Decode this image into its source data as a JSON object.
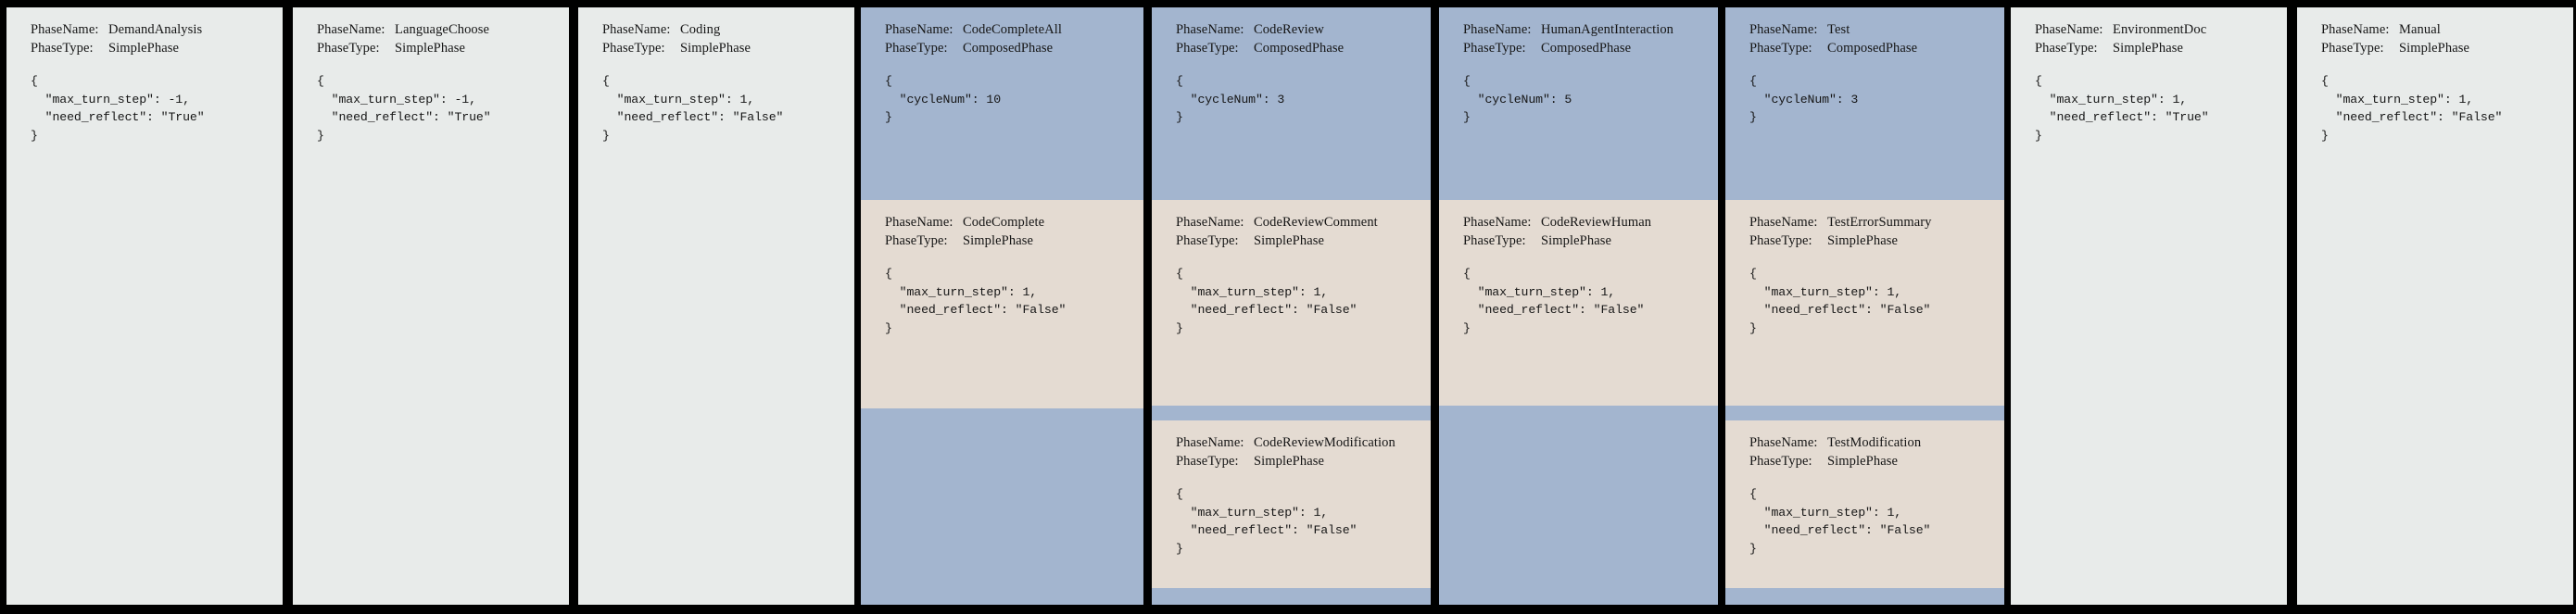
{
  "labels": {
    "phase_name_key": "PhaseName:",
    "phase_type_key": "PhaseType:"
  },
  "colors": {
    "background": "#000000",
    "simple_phase_bg": "#e8ebea",
    "composed_phase_bg": "#a3b5cf",
    "nested_phase_bg": "#e4dbd2",
    "text": "#151515"
  },
  "panels": [
    {
      "id": "demand-analysis",
      "kind": "simple",
      "phase_name": "DemandAnalysis",
      "phase_type": "SimplePhase",
      "json": "{\n  \"max_turn_step\": -1,\n  \"need_reflect\": \"True\"\n}",
      "children": []
    },
    {
      "id": "language-choose",
      "kind": "simple",
      "phase_name": "LanguageChoose",
      "phase_type": "SimplePhase",
      "json": "{\n  \"max_turn_step\": -1,\n  \"need_reflect\": \"True\"\n}",
      "children": []
    },
    {
      "id": "coding",
      "kind": "simple",
      "phase_name": "Coding",
      "phase_type": "SimplePhase",
      "json": "{\n  \"max_turn_step\": 1,\n  \"need_reflect\": \"False\"\n}",
      "children": []
    },
    {
      "id": "code-complete-all",
      "kind": "composed",
      "phase_name": "CodeCompleteAll",
      "phase_type": "ComposedPhase",
      "json": "{\n  \"cycleNum\": 10\n}",
      "children": [
        {
          "id": "code-complete",
          "phase_name": "CodeComplete",
          "phase_type": "SimplePhase",
          "json": "{\n  \"max_turn_step\": 1,\n  \"need_reflect\": \"False\"\n}"
        }
      ]
    },
    {
      "id": "code-review",
      "kind": "composed",
      "phase_name": "CodeReview",
      "phase_type": "ComposedPhase",
      "json": "{\n  \"cycleNum\": 3\n}",
      "children": [
        {
          "id": "code-review-comment",
          "phase_name": "CodeReviewComment",
          "phase_type": "SimplePhase",
          "json": "{\n  \"max_turn_step\": 1,\n  \"need_reflect\": \"False\"\n}"
        },
        {
          "id": "code-review-modification",
          "phase_name": "CodeReviewModification",
          "phase_type": "SimplePhase",
          "json": "{\n  \"max_turn_step\": 1,\n  \"need_reflect\": \"False\"\n}"
        }
      ]
    },
    {
      "id": "human-agent-interaction",
      "kind": "composed",
      "phase_name": "HumanAgentInteraction",
      "phase_type": "ComposedPhase",
      "json": "{\n  \"cycleNum\": 5\n}",
      "children": [
        {
          "id": "code-review-human",
          "phase_name": "CodeReviewHuman",
          "phase_type": "SimplePhase",
          "json": "{\n  \"max_turn_step\": 1,\n  \"need_reflect\": \"False\"\n}"
        }
      ]
    },
    {
      "id": "test",
      "kind": "composed",
      "phase_name": "Test",
      "phase_type": "ComposedPhase",
      "json": "{\n  \"cycleNum\": 3\n}",
      "children": [
        {
          "id": "test-error-summary",
          "phase_name": "TestErrorSummary",
          "phase_type": "SimplePhase",
          "json": "{\n  \"max_turn_step\": 1,\n  \"need_reflect\": \"False\"\n}"
        },
        {
          "id": "test-modification",
          "phase_name": "TestModification",
          "phase_type": "SimplePhase",
          "json": "{\n  \"max_turn_step\": 1,\n  \"need_reflect\": \"False\"\n}"
        }
      ]
    },
    {
      "id": "environment-doc",
      "kind": "simple",
      "phase_name": "EnvironmentDoc",
      "phase_type": "SimplePhase",
      "json": "{\n  \"max_turn_step\": 1,\n  \"need_reflect\": \"True\"\n}",
      "children": []
    },
    {
      "id": "manual",
      "kind": "simple",
      "phase_name": "Manual",
      "phase_type": "SimplePhase",
      "json": "{\n  \"max_turn_step\": 1,\n  \"need_reflect\": \"False\"\n}",
      "children": []
    }
  ]
}
